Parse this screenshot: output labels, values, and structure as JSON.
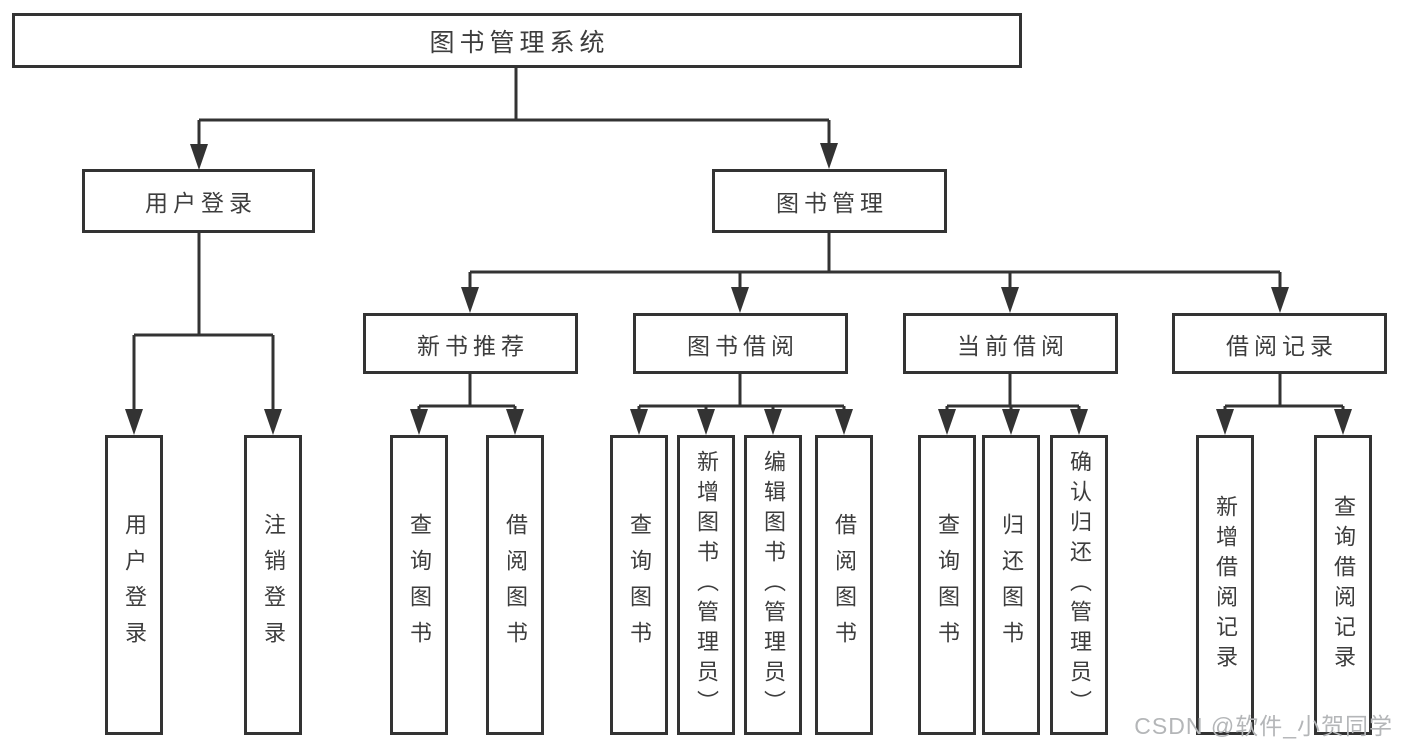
{
  "diagram": {
    "root": {
      "label": "图书管理系统"
    },
    "branches": [
      {
        "label": "用户登录",
        "children": [
          "用户登录",
          "注销登录"
        ]
      },
      {
        "label": "图书管理",
        "sections": [
          {
            "label": "新书推荐",
            "children": [
              "查询图书",
              "借阅图书"
            ]
          },
          {
            "label": "图书借阅",
            "children": [
              "查询图书",
              "新增图书（管理员）",
              "编辑图书（管理员）",
              "借阅图书"
            ]
          },
          {
            "label": "当前借阅",
            "children": [
              "查询图书",
              "归还图书",
              "确认归还（管理员）"
            ]
          },
          {
            "label": "借阅记录",
            "children": [
              "新增借阅记录",
              "查询借阅记录"
            ]
          }
        ]
      }
    ]
  },
  "watermark": "CSDN @软件_小贺同学",
  "colors": {
    "line": "#333333",
    "text": "#3d3d3d",
    "watermark": "#b4b6b8",
    "background": "#ffffff"
  }
}
